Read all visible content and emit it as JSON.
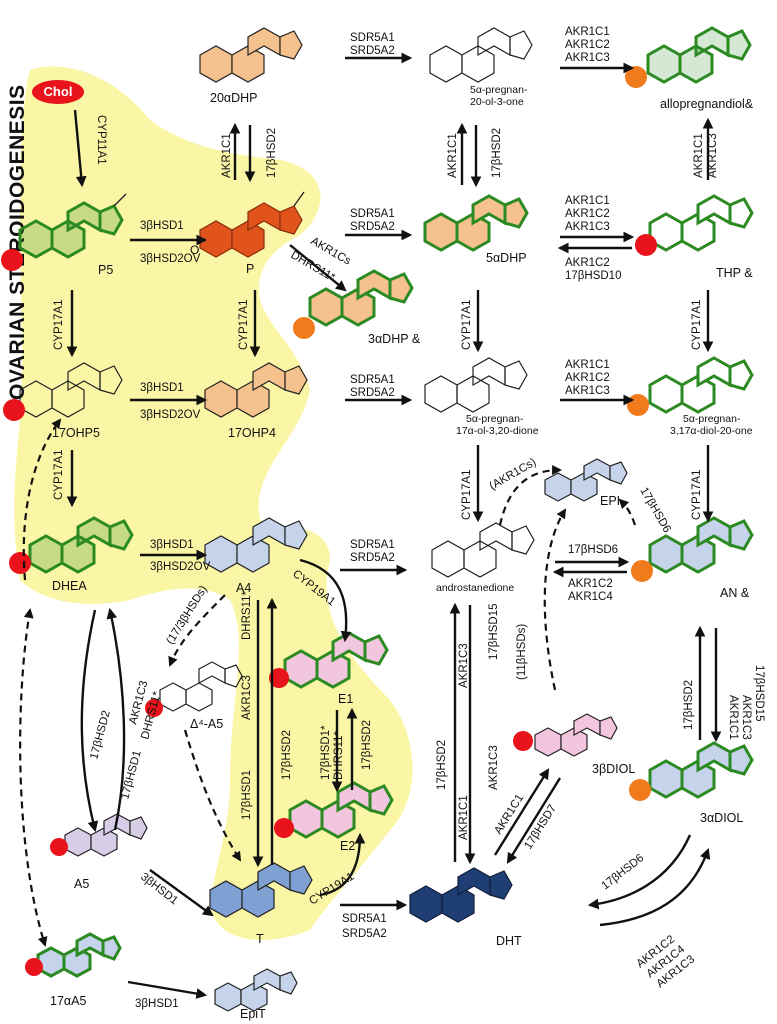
{
  "title": "OVARIAN STEROIDOGENESIS",
  "colors": {
    "highlight": "#fbf6a6",
    "green": "#2c8a22",
    "red": "#e8131b",
    "orange": "#f07b1c",
    "peach": "#f5c28e",
    "orangered": "#e0541c",
    "lightblue": "#c5d4ea",
    "pink": "#f3c6df",
    "blue": "#7fa0d3",
    "navy": "#1f3e74",
    "lavender": "#d8cde6"
  },
  "compounds": [
    {
      "id": "chol",
      "label": "Chol"
    },
    {
      "id": "p5",
      "label": "P5"
    },
    {
      "id": "p",
      "label": "P"
    },
    {
      "id": "oh17p5",
      "label": "17OHP5"
    },
    {
      "id": "oh17p4",
      "label": "17OHP4"
    },
    {
      "id": "dhea",
      "label": "DHEA"
    },
    {
      "id": "a4",
      "label": "A4"
    },
    {
      "id": "e1",
      "label": "E1"
    },
    {
      "id": "e2",
      "label": "E2"
    },
    {
      "id": "t",
      "label": "T"
    },
    {
      "id": "a5",
      "label": "A5"
    },
    {
      "id": "d4a5",
      "label": "Δ⁴-A5"
    },
    {
      "id": "a17a5",
      "label": "17αA5"
    },
    {
      "id": "epit",
      "label": "EpiT"
    },
    {
      "id": "dhp20a",
      "label": "20αDHP"
    },
    {
      "id": "pregnan20ol",
      "label1": "5α-pregnan-",
      "label2": "20-ol-3-one"
    },
    {
      "id": "allopreg",
      "label": "allopregnandiol&"
    },
    {
      "id": "dhp5",
      "label": "5αDHP"
    },
    {
      "id": "dhp3a",
      "label": "3αDHP &"
    },
    {
      "id": "thp",
      "label": "THP &"
    },
    {
      "id": "pregnandione",
      "label1": "5α-pregnan-",
      "label2": "17α-ol-3,20-dione"
    },
    {
      "id": "pregnandiol",
      "label1": "5α-pregnan-",
      "label2": "3,17α-diol-20-one"
    },
    {
      "id": "epi",
      "label": "EPI"
    },
    {
      "id": "androstanedione",
      "label": "androstanedione"
    },
    {
      "id": "an",
      "label": "AN &"
    },
    {
      "id": "diol3b",
      "label": "3βDIOL"
    },
    {
      "id": "diol3a",
      "label": "3αDIOL"
    },
    {
      "id": "dht",
      "label": "DHT"
    }
  ],
  "enzymes": {
    "cyp11a1": "CYP11A1",
    "hsd3b1": "3βHSD1",
    "hsd3b2ov": "3βHSD2OV",
    "cyp17a1": "CYP17A1",
    "srd5a1": "SDR5A1",
    "srd5a2": "SRD5A2",
    "akr1c1": "AKR1C1",
    "akr1c2": "AKR1C2",
    "akr1c3": "AKR1C3",
    "akr1c4": "AKR1C4",
    "hsd17b1": "17βHSD1",
    "hsd17b2": "17βHSD2",
    "hsd17b6": "17βHSD6",
    "hsd17b7": "17βHSD7",
    "hsd17b10": "17βHSD10",
    "hsd17b15": "17βHSD15",
    "akr1cs": "AKR1Cs",
    "akr1cs_paren": "(AKR1Cs)",
    "dhrs11": "DHRS11*",
    "dhrs11b": "DHRS11",
    "cyp19a1": "CYP19A1",
    "hsds_17_3b": "(17/3βHSDs)",
    "hsds_11b": "(11βHSDs)",
    "hsd17b1star": "17βHSD1*"
  }
}
